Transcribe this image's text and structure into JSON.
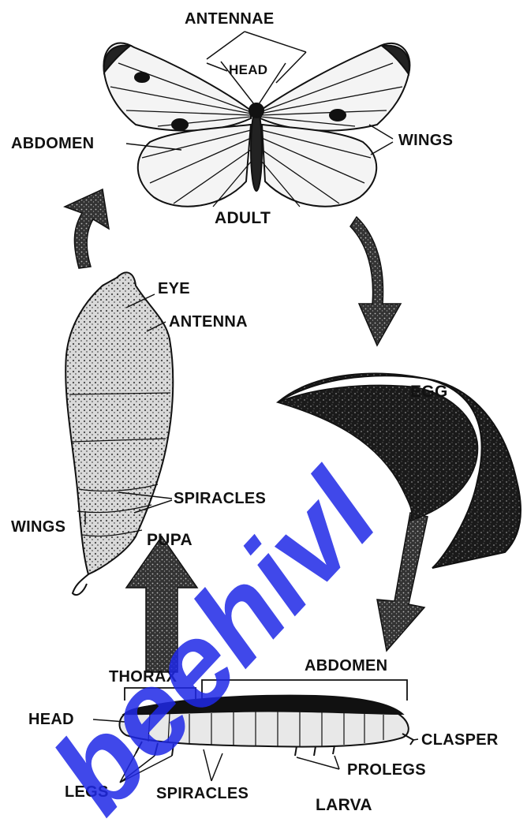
{
  "labels": {
    "antennae": "ANTENNAE",
    "head_adult": "HEAD",
    "abdomen_adult": "ABDOMEN",
    "wings_adult": "WINGS",
    "adult": "ADULT",
    "eye": "EYE",
    "antenna": "ANTENNA",
    "egg": "EGG",
    "spiracles_pupa": "SPIRACLES",
    "wings_pupa": "WINGS",
    "pupa": "PUPA",
    "thorax": "THORAX",
    "abdomen_larva": "ABDOMEN",
    "head_larva": "HEAD",
    "clasper": "CLASPER",
    "prolegs": "PROLEGS",
    "legs": "LEGS",
    "spiracles_larva": "SPIRACLES",
    "larva": "LARVA"
  },
  "watermark": "beehivl",
  "colors": {
    "ink": "#111111",
    "watermark": "#1e28e6"
  }
}
